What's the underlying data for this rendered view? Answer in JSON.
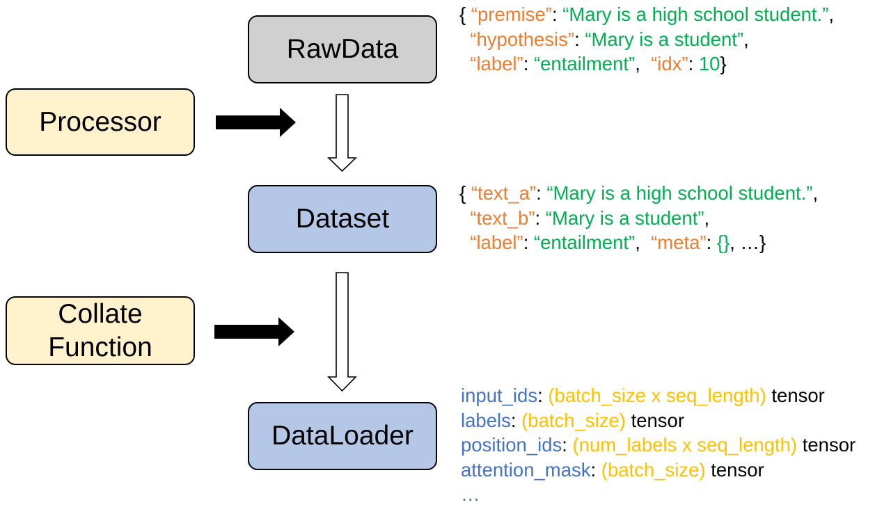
{
  "nodes": {
    "raw_data": "RawData",
    "dataset": "Dataset",
    "data_loader": "DataLoader",
    "processor": "Processor",
    "collate_line1": "Collate",
    "collate_line2": "Function"
  },
  "raw_sample": {
    "open": "{ ",
    "k_premise": "“premise”",
    "sep1": ": ",
    "v_premise": "“Mary is a high school student.”",
    "comma1": ",",
    "indent2": "  ",
    "k_hypothesis": "“hypothesis”",
    "sep2": ": ",
    "v_hypothesis": "“Mary is a student”",
    "comma2": ",",
    "indent3": "  ",
    "k_label": "“label”",
    "sep3": ": ",
    "v_label": "“entailment”",
    "comma3": ",  ",
    "k_idx": "“idx”",
    "sep4": ": ",
    "v_idx": "10",
    "close": "}"
  },
  "dataset_sample": {
    "open": "{ ",
    "k_text_a": "“text_a”",
    "sep1": ": ",
    "v_text_a": "“Mary is a high school student.”",
    "comma1": ",",
    "indent2": "  ",
    "k_text_b": "“text_b”",
    "sep2": ": ",
    "v_text_b": "“Mary is a student”",
    "comma2": ",",
    "indent3": "  ",
    "k_label": "“label”",
    "sep3": ": ",
    "v_label": "“entailment”",
    "comma3": ",  ",
    "k_meta": "“meta”",
    "sep4": ": ",
    "v_meta": "{}",
    "tail": ", …}"
  },
  "loader_sample": {
    "f1": "input_ids",
    "c1": ": ",
    "s1": "(batch_size x seq_length)",
    "t1": " tensor",
    "f2": "labels",
    "c2": ": ",
    "s2": "(batch_size)",
    "t2": " tensor",
    "f3": "position_ids",
    "c3": ": ",
    "s3": "(num_labels x seq_length)",
    "t3": " tensor",
    "f4": "attention_mask",
    "c4": ": ",
    "s4": "(batch_size)",
    "t4": " tensor",
    "ellipsis": "…"
  },
  "colors": {
    "key_orange": "#ed7d31",
    "value_green": "#00b050",
    "field_blue": "#4472c4",
    "shape_yellow": "#ffc000",
    "raw_fill": "#d0d0d0",
    "data_fill": "#b4c7e7",
    "aux_fill": "#fff2cc"
  }
}
